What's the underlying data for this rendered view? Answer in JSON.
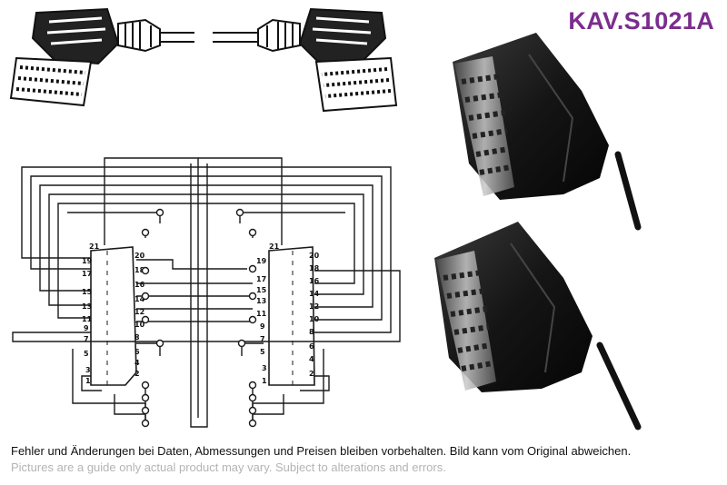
{
  "product_code": "KAV.S1021A",
  "disclaimer": {
    "de": "Fehler und Änderungen bei Daten, Abmessungen und Preisen bleiben vorbehalten. Bild kann vom Original abweichen.",
    "en": "Pictures are a guide only actual product may vary. Subject to alterations and errors."
  },
  "pinout": {
    "left_connector": {
      "outer_pins": [
        "21",
        "19",
        "17",
        "15",
        "13",
        "11",
        "9",
        "7",
        "5",
        "3",
        "1"
      ],
      "inner_pins": [
        "20",
        "18",
        "16",
        "14",
        "12",
        "10",
        "8",
        "6",
        "4",
        "2"
      ]
    },
    "right_connector": {
      "outer_pins": [
        "21",
        "19",
        "17",
        "15",
        "13",
        "11",
        "9",
        "7",
        "5",
        "3",
        "1"
      ],
      "inner_pins": [
        "20",
        "18",
        "16",
        "14",
        "12",
        "10",
        "8",
        "6",
        "4",
        "2"
      ]
    }
  },
  "colors": {
    "brand": "#7b2d8e",
    "line": "#1a1a1a",
    "disclaimer_en": "#b4b4b4"
  }
}
